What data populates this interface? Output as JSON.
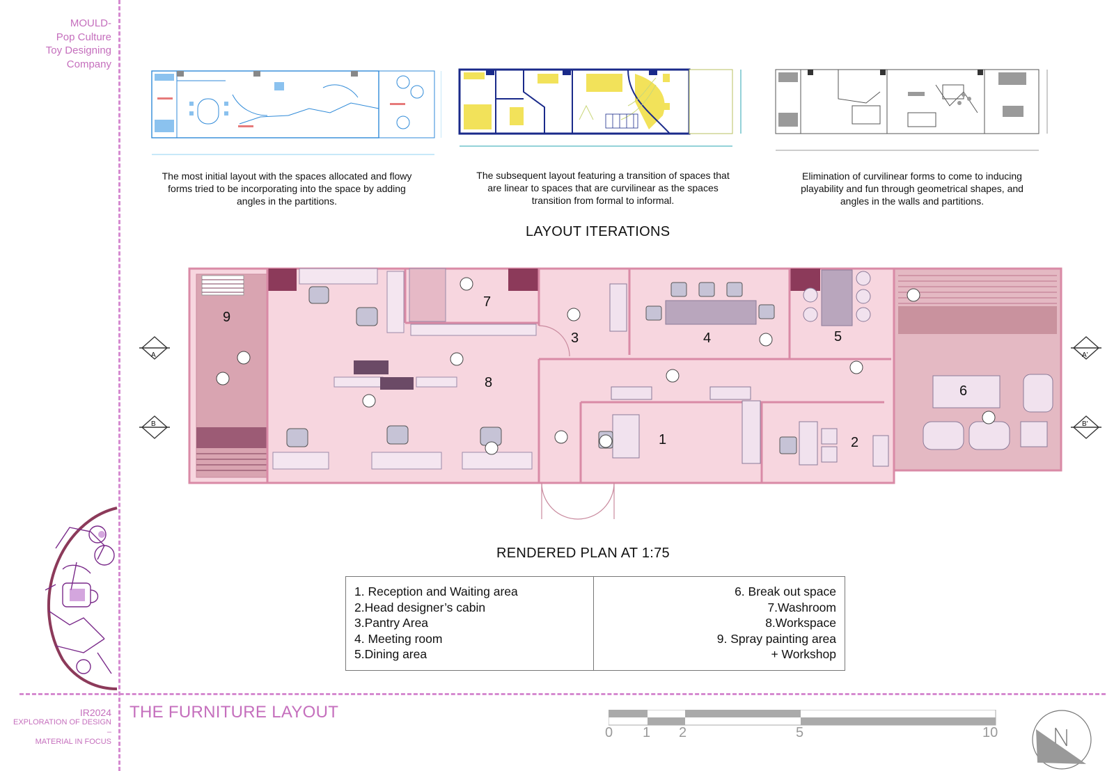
{
  "sidebar": {
    "company_lines": [
      "MOULD-",
      "Pop Culture",
      "Toy Designing",
      "Company"
    ],
    "code": "IR2024",
    "subtitle_line1": "EXPLORATION OF DESIGN",
    "subtitle_dash": "–",
    "subtitle_line2": "MATERIAL IN FOCUS"
  },
  "footer": {
    "title": "THE FURNITURE LAYOUT"
  },
  "iterations": {
    "title": "LAYOUT ITERATIONS",
    "captions": [
      "The most initial layout with the spaces allocated and flowy forms tried to be incorporating into the space by adding angles in the partitions.",
      "The subsequent layout featuring a transition of spaces that are linear to spaces that are curvilinear as the spaces transition from formal to informal.",
      "Elimination of curvilinear forms to come to inducing playability and fun through geometrical shapes, and angles in the walls and partitions."
    ]
  },
  "plan": {
    "title": "RENDERED PLAN AT 1:75",
    "room_numbers": [
      "1",
      "2",
      "3",
      "4",
      "5",
      "6",
      "7",
      "8",
      "9"
    ],
    "section_marks": [
      "A",
      "A'",
      "B",
      "B'"
    ]
  },
  "legend": {
    "left": [
      "1. Reception and Waiting area",
      "2.Head designer’s cabin",
      "3.Pantry Area",
      "4. Meeting room",
      "5.Dining area"
    ],
    "right": [
      "6. Break out space",
      "7.Washroom",
      "8.Workspace",
      "9. Spray painting area",
      "+ Workshop"
    ]
  },
  "scale_bar": {
    "labels": [
      "0",
      "1",
      "2",
      "5",
      "10"
    ]
  },
  "colors": {
    "accent": "#c56fbd",
    "plan_wall": "#d98aa6",
    "plan_floor": "#f7d6df",
    "plan_dark": "#8c3a5a",
    "iteration2_yellow": "#f2e25a",
    "iteration2_blue": "#1a2a8a"
  }
}
